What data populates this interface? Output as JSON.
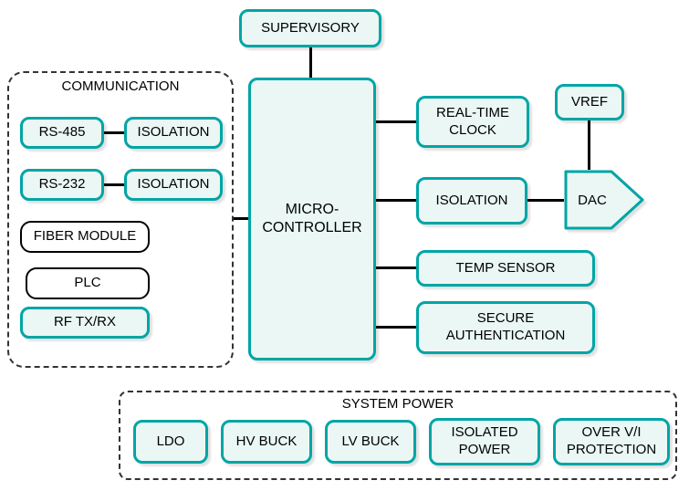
{
  "colors": {
    "accent": "#00A5A5",
    "fill": "#EAF7F4",
    "connector": "#000000"
  },
  "supervisory": {
    "label": "SUPERVISORY"
  },
  "mcu": {
    "label": "MICRO-\nCONTROLLER"
  },
  "communication": {
    "label": "COMMUNICATION",
    "rs485": "RS-485",
    "isolation1": "ISOLATION",
    "rs232": "RS-232",
    "isolation2": "ISOLATION",
    "fiber_module": "FIBER MODULE",
    "plc": "PLC",
    "rf_txrx": "RF TX/RX"
  },
  "right": {
    "real_time_clock": "REAL-TIME\nCLOCK",
    "isolation": "ISOLATION",
    "vref": "VREF",
    "dac": "DAC",
    "temp_sensor": "TEMP SENSOR",
    "secure_authentication": "SECURE\nAUTHENTICATION"
  },
  "system_power": {
    "label": "SYSTEM POWER",
    "items": [
      "LDO",
      "HV BUCK",
      "LV BUCK",
      "ISOLATED\nPOWER",
      "OVER V/I\nPROTECTION"
    ]
  }
}
